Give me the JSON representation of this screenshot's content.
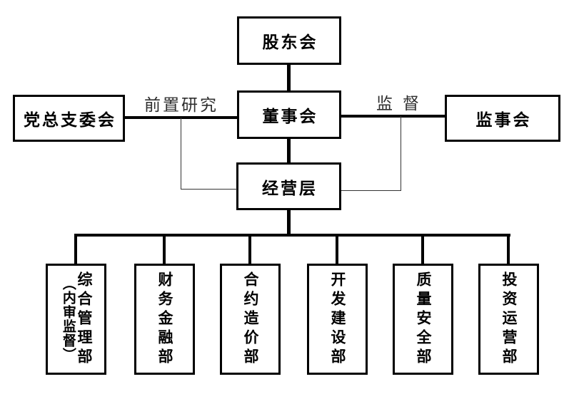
{
  "nodes": {
    "shareholders": "股东会",
    "party_committee": "党总支委会",
    "board": "董事会",
    "supervisors": "监事会",
    "management": "经营层",
    "departments": [
      {
        "name": "综合管理部",
        "annotation": "（内审监督）"
      },
      {
        "name": "财务金融部"
      },
      {
        "name": "合约造价部"
      },
      {
        "name": "开发建设部"
      },
      {
        "name": "质量安全部"
      },
      {
        "name": "投资运营部"
      }
    ]
  },
  "edge_labels": {
    "party_to_board": "前置研究",
    "board_to_supervisors": "监督"
  },
  "colors": {
    "line": "#000000",
    "thin_line": "#333333",
    "box_border": "#000000",
    "edge_label_text": "#2e2e2e",
    "background": "#ffffff"
  }
}
